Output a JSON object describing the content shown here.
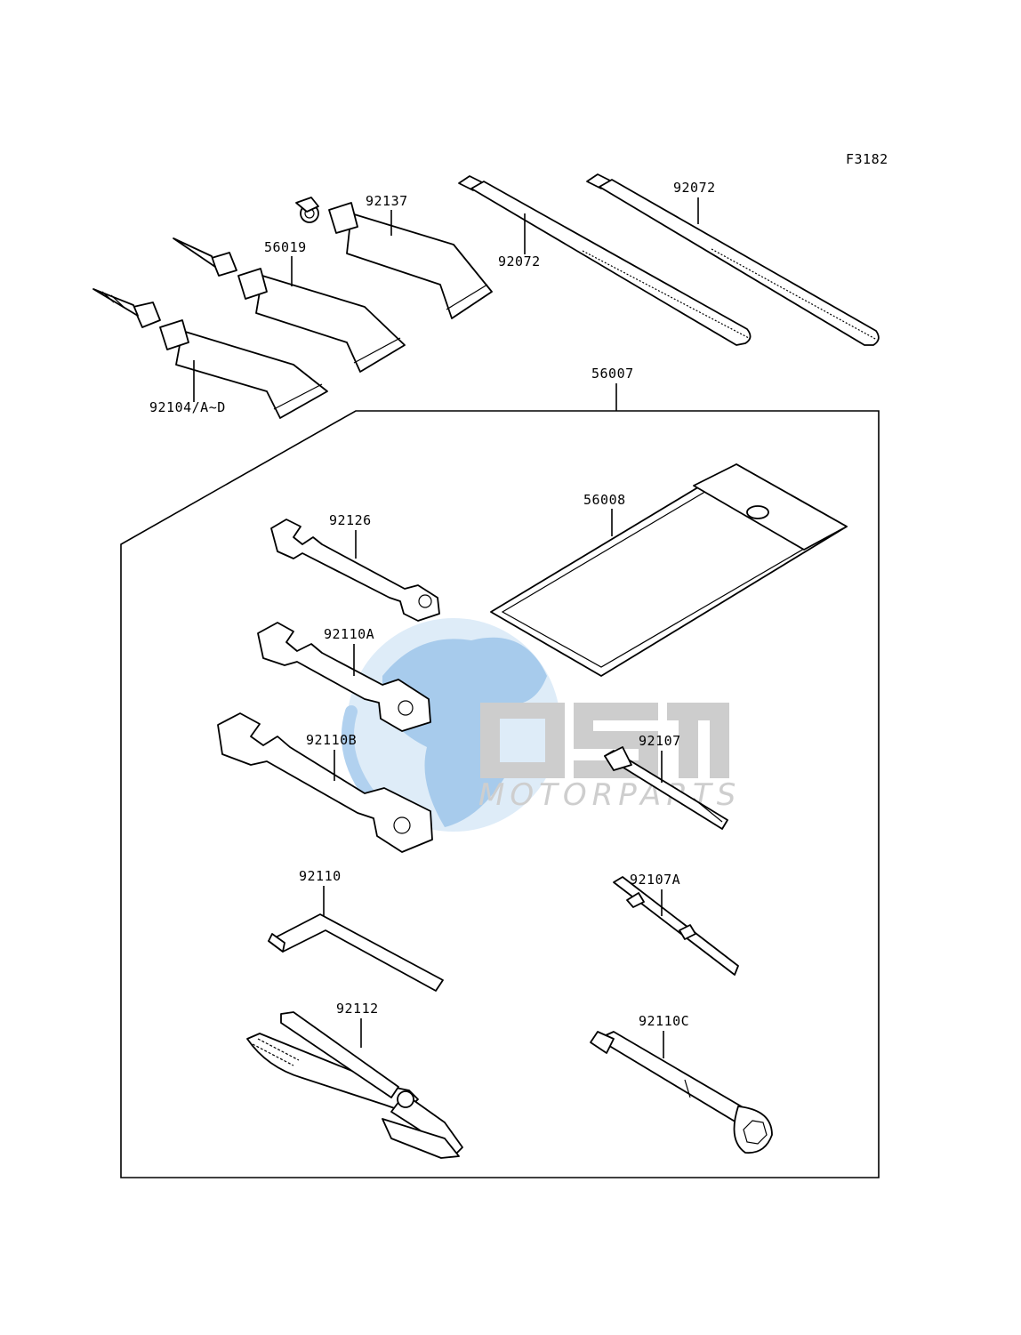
{
  "figure_id": "F3182",
  "kit_label": "56007",
  "parts": [
    {
      "key": "tube_c",
      "label": "92137"
    },
    {
      "key": "tube_b",
      "label": "56019"
    },
    {
      "key": "tube_a",
      "label": "92104/A~D"
    },
    {
      "key": "tie_a",
      "label": "92072"
    },
    {
      "key": "tie_b",
      "label": "92072"
    },
    {
      "key": "bag",
      "label": "56008"
    },
    {
      "key": "wrench_1",
      "label": "92126"
    },
    {
      "key": "wrench_2",
      "label": "92110A"
    },
    {
      "key": "wrench_3",
      "label": "92110B"
    },
    {
      "key": "screwdriver",
      "label": "92107"
    },
    {
      "key": "screwdriver_a",
      "label": "92107A"
    },
    {
      "key": "hex_key",
      "label": "92110"
    },
    {
      "key": "pliers",
      "label": "92112"
    },
    {
      "key": "plug_wrench",
      "label": "92110C"
    }
  ],
  "watermark": {
    "logo_text": "OSM",
    "tagline": "MOTORPARTS",
    "colors": {
      "globe_light": "#d6e8f7",
      "globe_dark": "#7fb2e0",
      "letters": "#c4c4c4"
    }
  }
}
